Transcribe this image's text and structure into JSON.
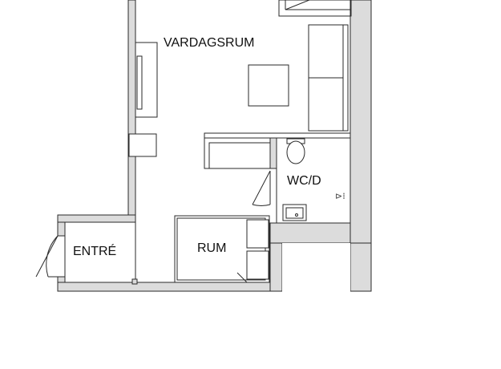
{
  "rooms": {
    "vardagsrum": "VARDAGSRUM",
    "wc": "WC/D",
    "rum": "RUM",
    "entre": "ENTRÉ"
  },
  "symbols": {
    "ventilation": "⊳⁞"
  },
  "colors": {
    "wall_fill": "#dcdcdc",
    "stroke": "#2a2a2a",
    "background": "#ffffff"
  }
}
